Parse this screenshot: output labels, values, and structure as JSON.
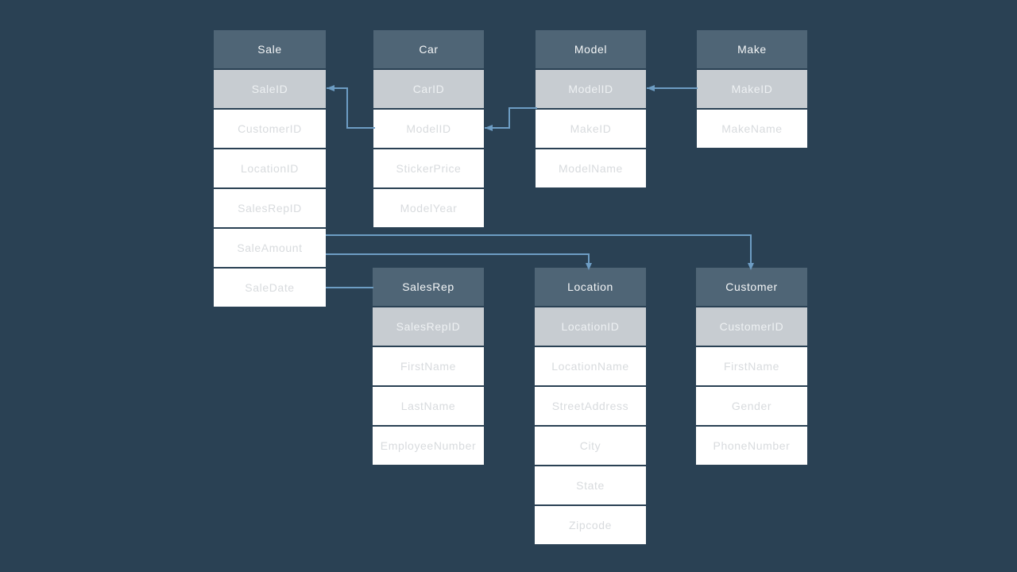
{
  "diagram": {
    "kind": "entity-relationship-diagram",
    "colors": {
      "background": "#2a4154",
      "table_header": "#4f6576",
      "key_row": "#c7ccd1",
      "field_row": "#ffffff",
      "header_text": "#f4f6f7",
      "key_text": "#eef1f3",
      "field_text": "#d8dbde",
      "connector": "#6d9dc4"
    },
    "tables": [
      {
        "name": "Sale",
        "fields": [
          {
            "label": "SaleID",
            "key": true
          },
          {
            "label": "CustomerID",
            "key": false
          },
          {
            "label": "LocationID",
            "key": false
          },
          {
            "label": "SalesRepID",
            "key": false
          },
          {
            "label": "SaleAmount",
            "key": false
          },
          {
            "label": "SaleDate",
            "key": false
          }
        ]
      },
      {
        "name": "Car",
        "fields": [
          {
            "label": "CarID",
            "key": true
          },
          {
            "label": "ModelID",
            "key": false
          },
          {
            "label": "StickerPrice",
            "key": false
          },
          {
            "label": "ModelYear",
            "key": false
          }
        ]
      },
      {
        "name": "Model",
        "fields": [
          {
            "label": "ModelID",
            "key": true
          },
          {
            "label": "MakeID",
            "key": false
          },
          {
            "label": "ModelName",
            "key": false
          }
        ]
      },
      {
        "name": "Make",
        "fields": [
          {
            "label": "MakeID",
            "key": true
          },
          {
            "label": "MakeName",
            "key": false
          }
        ]
      },
      {
        "name": "SalesRep",
        "fields": [
          {
            "label": "SalesRepID",
            "key": true
          },
          {
            "label": "FirstName",
            "key": false
          },
          {
            "label": "LastName",
            "key": false
          },
          {
            "label": "EmployeeNumber",
            "key": false
          }
        ]
      },
      {
        "name": "Location",
        "fields": [
          {
            "label": "LocationID",
            "key": true
          },
          {
            "label": "LocationName",
            "key": false
          },
          {
            "label": "StreetAddress",
            "key": false
          },
          {
            "label": "City",
            "key": false
          },
          {
            "label": "State",
            "key": false
          },
          {
            "label": "Zipcode",
            "key": false
          }
        ]
      },
      {
        "name": "Customer",
        "fields": [
          {
            "label": "CustomerID",
            "key": true
          },
          {
            "label": "FirstName",
            "key": false
          },
          {
            "label": "Gender",
            "key": false
          },
          {
            "label": "PhoneNumber",
            "key": false
          }
        ]
      }
    ],
    "relationships": [
      {
        "from": "Sale.SaleID",
        "to": "Car.ModelID"
      },
      {
        "from": "Car.ModelID",
        "to": "Model.ModelID"
      },
      {
        "from": "Model.ModelID",
        "to": "Make.MakeID"
      },
      {
        "from": "Sale.SaleAmount",
        "to": "Customer"
      },
      {
        "from": "Sale.SaleAmount",
        "to": "Location"
      },
      {
        "from": "Sale.SaleDate",
        "to": "SalesRep"
      }
    ]
  }
}
